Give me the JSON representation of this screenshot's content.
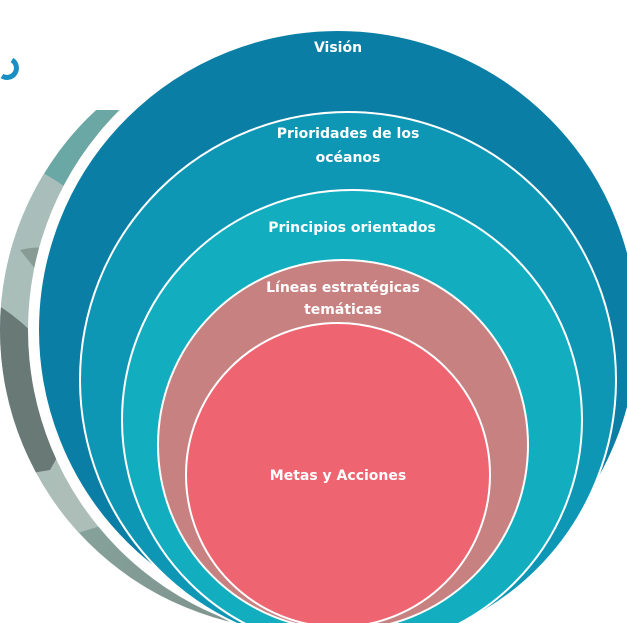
{
  "diagram": {
    "rings": [
      {
        "id": "vision",
        "lines": [
          "Visión"
        ],
        "color": "#0a7ea4"
      },
      {
        "id": "priorities",
        "lines": [
          "Prioridades de los",
          "océanos"
        ],
        "color": "#0d97b5"
      },
      {
        "id": "principles",
        "lines": [
          "Principios orientados"
        ],
        "color": "#12aebf"
      },
      {
        "id": "strategic-lines",
        "lines": [
          "Líneas estratégicas",
          "temáticas"
        ],
        "color": "#c88181"
      },
      {
        "id": "goals",
        "lines": [
          "Metas y Acciones"
        ],
        "color": "#ee6470"
      }
    ]
  },
  "photo": {
    "tones": [
      "#5da9a9",
      "#7b8b86",
      "#b4c2bd",
      "#33403f",
      "#86a49c"
    ]
  },
  "accent": "#1a8fc4"
}
